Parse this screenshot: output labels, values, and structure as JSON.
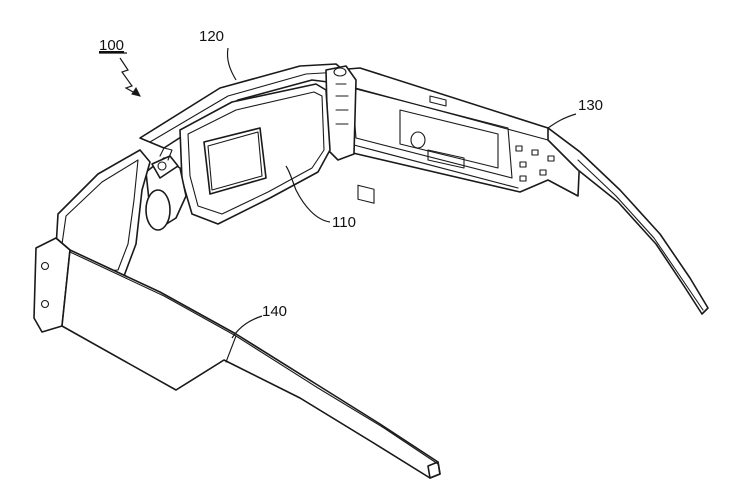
{
  "labels": {
    "device": "100",
    "display": "110",
    "frame": "120",
    "right_temple": "130",
    "left_temple": "140"
  }
}
